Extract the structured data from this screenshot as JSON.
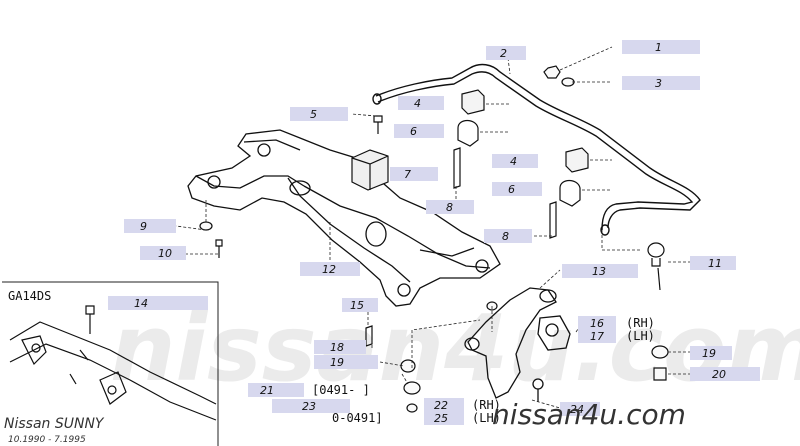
{
  "callouts": [
    {
      "id": "c1",
      "text": "1"
    },
    {
      "id": "c2",
      "text": "2"
    },
    {
      "id": "c3",
      "text": "3"
    },
    {
      "id": "c4a",
      "text": "4"
    },
    {
      "id": "c4b",
      "text": "4"
    },
    {
      "id": "c5",
      "text": "5"
    },
    {
      "id": "c6a",
      "text": "6"
    },
    {
      "id": "c6b",
      "text": "6"
    },
    {
      "id": "c7",
      "text": "7"
    },
    {
      "id": "c8a",
      "text": "8"
    },
    {
      "id": "c8b",
      "text": "8"
    },
    {
      "id": "c9",
      "text": "9"
    },
    {
      "id": "c10",
      "text": "10"
    },
    {
      "id": "c11",
      "text": "11"
    },
    {
      "id": "c12",
      "text": "12"
    },
    {
      "id": "c13",
      "text": "13"
    },
    {
      "id": "c14",
      "text": "14"
    },
    {
      "id": "c15",
      "text": "15"
    },
    {
      "id": "c16",
      "text": "16"
    },
    {
      "id": "c17",
      "text": "17"
    },
    {
      "id": "c18",
      "text": "18"
    },
    {
      "id": "c19a",
      "text": "19"
    },
    {
      "id": "c19b",
      "text": "19"
    },
    {
      "id": "c20",
      "text": "20"
    },
    {
      "id": "c21",
      "text": "21"
    },
    {
      "id": "c22",
      "text": "22"
    },
    {
      "id": "c23",
      "text": "23"
    },
    {
      "id": "c24",
      "text": "24"
    },
    {
      "id": "c25",
      "text": "25"
    }
  ],
  "side_notes": {
    "rh_16": "(RH)",
    "lh_17": "(LH)",
    "rh_22": "(RH)",
    "lh_25": "(LH)",
    "range_21": "[0491-    ]",
    "range_23": "0-0491]"
  },
  "inset_label": "GA14DS",
  "watermark": "nissan4u.com",
  "brand": "nissan4u.com",
  "model_title": "Nissan SUNNY",
  "model_dates": "10.1990 - 7.1995"
}
